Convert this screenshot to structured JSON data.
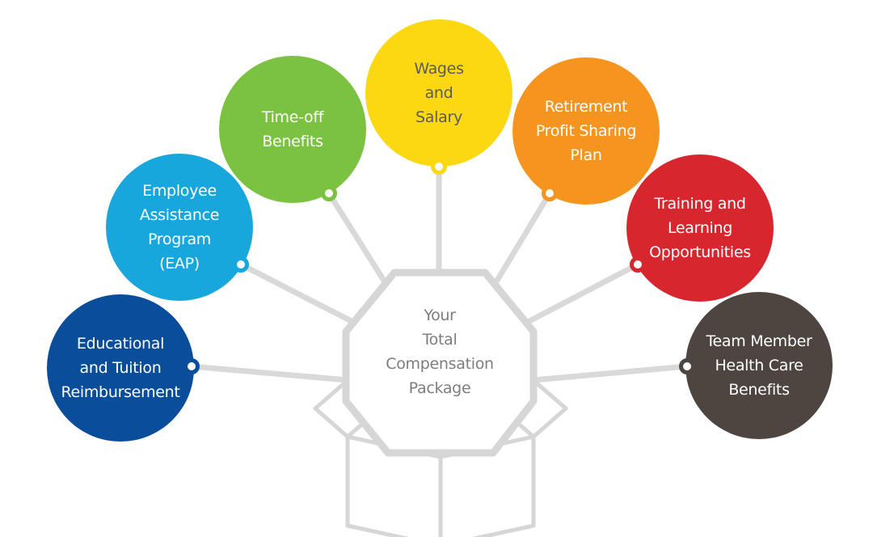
{
  "center": {
    "lines": [
      "Your",
      "Total",
      "Compensation",
      "Package"
    ]
  },
  "components": [
    {
      "id": "educational-and-tuition-reimbursement",
      "lines": [
        "Educational",
        "and Tuition",
        "Reimbursement"
      ],
      "color": "#0a4d9b"
    },
    {
      "id": "employee-assistance-program",
      "lines": [
        "Employee",
        "Assistance",
        "Program",
        "(EAP)"
      ],
      "color": "#17a7dc"
    },
    {
      "id": "time-off-benefits",
      "lines": [
        "Time-off",
        "Benefits"
      ],
      "color": "#7cc242"
    },
    {
      "id": "wages-and-salary",
      "lines": [
        "Wages",
        "and",
        "Salary"
      ],
      "color": "#fcd813",
      "text_color": "#5a5a5a"
    },
    {
      "id": "retirement-profit-sharing-plan",
      "lines": [
        "Retirement",
        "Profit Sharing",
        "Plan"
      ],
      "color": "#f5951f"
    },
    {
      "id": "training-and-learning-opportunities",
      "lines": [
        "Training and",
        "Learning",
        "Opportunities"
      ],
      "color": "#d7262e"
    },
    {
      "id": "team-member-health-care-benefits",
      "lines": [
        "Team Member",
        "Health Care",
        "Benefits"
      ],
      "color": "#4e4540"
    }
  ],
  "line_color": "#d9d9d9"
}
